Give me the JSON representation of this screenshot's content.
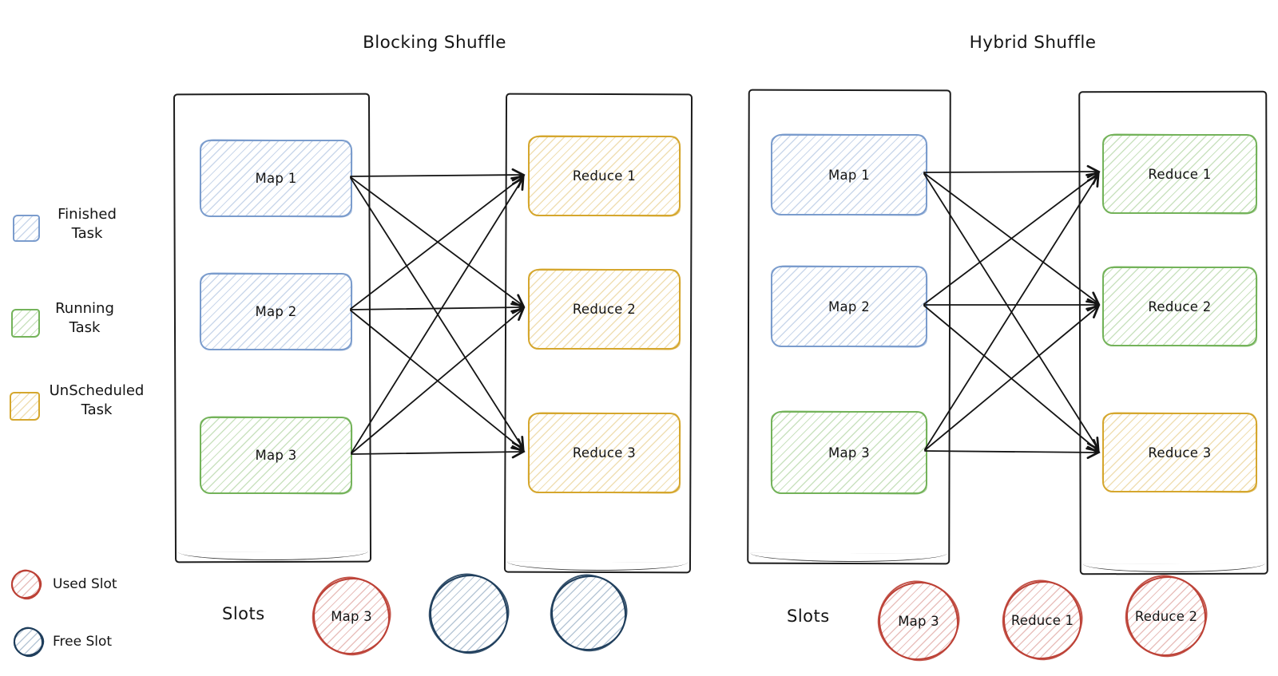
{
  "legend": {
    "items": [
      {
        "label": "Finished Task",
        "state": "finished"
      },
      {
        "label": "Running Task",
        "state": "running"
      },
      {
        "label": "UnScheduled Task",
        "state": "unscheduled"
      },
      {
        "label": "Used Slot",
        "state": "used"
      },
      {
        "label": "Free Slot",
        "state": "free"
      }
    ]
  },
  "colors": {
    "finished": "#7b9ccd",
    "running": "#74b35a",
    "unscheduled": "#d5a72e",
    "used": "#bc4136",
    "free": "#1f3e5c",
    "arrow": "#141414"
  },
  "diagrams": [
    {
      "title": "Blocking Shuffle",
      "maps": [
        {
          "label": "Map 1",
          "state": "finished"
        },
        {
          "label": "Map 2",
          "state": "finished"
        },
        {
          "label": "Map 3",
          "state": "running"
        }
      ],
      "reduces": [
        {
          "label": "Reduce 1",
          "state": "unscheduled"
        },
        {
          "label": "Reduce 2",
          "state": "unscheduled"
        },
        {
          "label": "Reduce 3",
          "state": "unscheduled"
        }
      ],
      "edges": [
        {
          "from": "Map 1",
          "to": "Reduce 1"
        },
        {
          "from": "Map 1",
          "to": "Reduce 2"
        },
        {
          "from": "Map 1",
          "to": "Reduce 3"
        },
        {
          "from": "Map 2",
          "to": "Reduce 1"
        },
        {
          "from": "Map 2",
          "to": "Reduce 2"
        },
        {
          "from": "Map 2",
          "to": "Reduce 3"
        },
        {
          "from": "Map 3",
          "to": "Reduce 1"
        },
        {
          "from": "Map 3",
          "to": "Reduce 2"
        },
        {
          "from": "Map 3",
          "to": "Reduce 3"
        }
      ],
      "slots": {
        "label": "Slots",
        "items": [
          {
            "label": "Map 3",
            "state": "used"
          },
          {
            "label": "",
            "state": "free"
          },
          {
            "label": "",
            "state": "free"
          }
        ]
      }
    },
    {
      "title": "Hybrid Shuffle",
      "maps": [
        {
          "label": "Map 1",
          "state": "finished"
        },
        {
          "label": "Map 2",
          "state": "finished"
        },
        {
          "label": "Map 3",
          "state": "running"
        }
      ],
      "reduces": [
        {
          "label": "Reduce 1",
          "state": "running"
        },
        {
          "label": "Reduce 2",
          "state": "running"
        },
        {
          "label": "Reduce 3",
          "state": "unscheduled"
        }
      ],
      "edges": [
        {
          "from": "Map 1",
          "to": "Reduce 1"
        },
        {
          "from": "Map 1",
          "to": "Reduce 2"
        },
        {
          "from": "Map 1",
          "to": "Reduce 3"
        },
        {
          "from": "Map 2",
          "to": "Reduce 1"
        },
        {
          "from": "Map 2",
          "to": "Reduce 2"
        },
        {
          "from": "Map 2",
          "to": "Reduce 3"
        },
        {
          "from": "Map 3",
          "to": "Reduce 1"
        },
        {
          "from": "Map 3",
          "to": "Reduce 2"
        },
        {
          "from": "Map 3",
          "to": "Reduce 3"
        }
      ],
      "slots": {
        "label": "Slots",
        "items": [
          {
            "label": "Map 3",
            "state": "used"
          },
          {
            "label": "Reduce 1",
            "state": "used"
          },
          {
            "label": "Reduce 2",
            "state": "used"
          }
        ]
      }
    }
  ]
}
